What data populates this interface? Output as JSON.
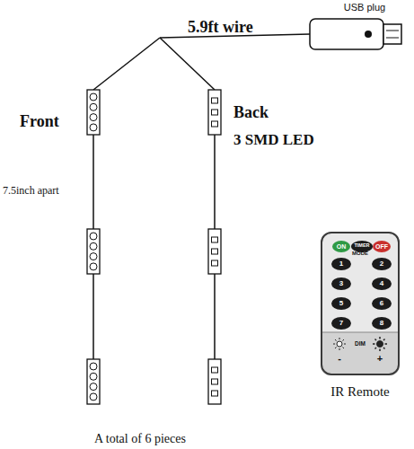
{
  "diagram": {
    "nodes": [
      {
        "text": [
          "USB plug"
        ]
      },
      {
        "text": [
          "IR Remote"
        ]
      },
      {
        "text": [
          "ON"
        ],
        "in": 1
      },
      {
        "text": [
          "TIMER"
        ],
        "in": 1
      },
      {
        "text": [
          "OFF"
        ],
        "in": 1
      },
      {
        "text": [
          "1"
        ],
        "in": 1
      },
      {
        "text": [
          "2"
        ],
        "in": 1
      },
      {
        "text": [
          "3"
        ],
        "in": 1
      },
      {
        "text": [
          "4"
        ],
        "in": 1
      },
      {
        "text": [
          "5"
        ],
        "in": 1
      },
      {
        "text": [
          "6"
        ],
        "in": 1
      },
      {
        "text": [
          "7"
        ],
        "in": 1
      },
      {
        "text": [
          "8"
        ],
        "in": 1
      }
    ],
    "labels": [
      "5.9ft wire",
      "Front",
      "Back",
      "3 SMD LED",
      "7.5inch apart",
      "A total of 6 pieces",
      "MODE",
      "DIM",
      "-",
      "+"
    ]
  }
}
